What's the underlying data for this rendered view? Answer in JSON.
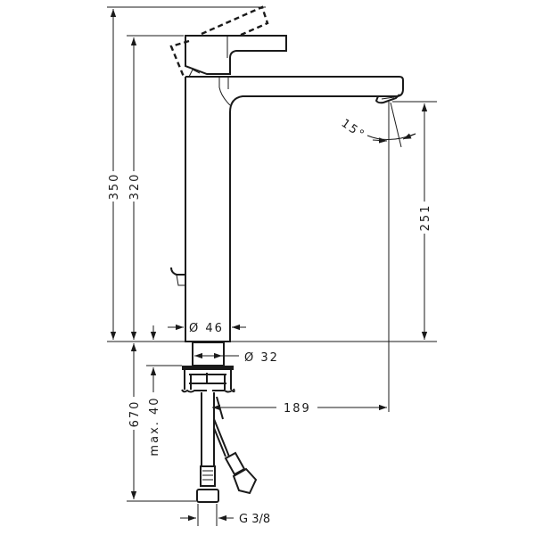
{
  "drawing": {
    "dimensions": {
      "overall_height_lever_open": "350",
      "overall_height": "320",
      "spout_height": "251",
      "body_diameter": "Ø 46",
      "shank_diameter": "Ø 32",
      "spout_reach": "189",
      "hose_length": "670",
      "max_counter_thickness": "max. 40",
      "connection_thread": "G 3/8",
      "spout_angle": "15°"
    }
  }
}
